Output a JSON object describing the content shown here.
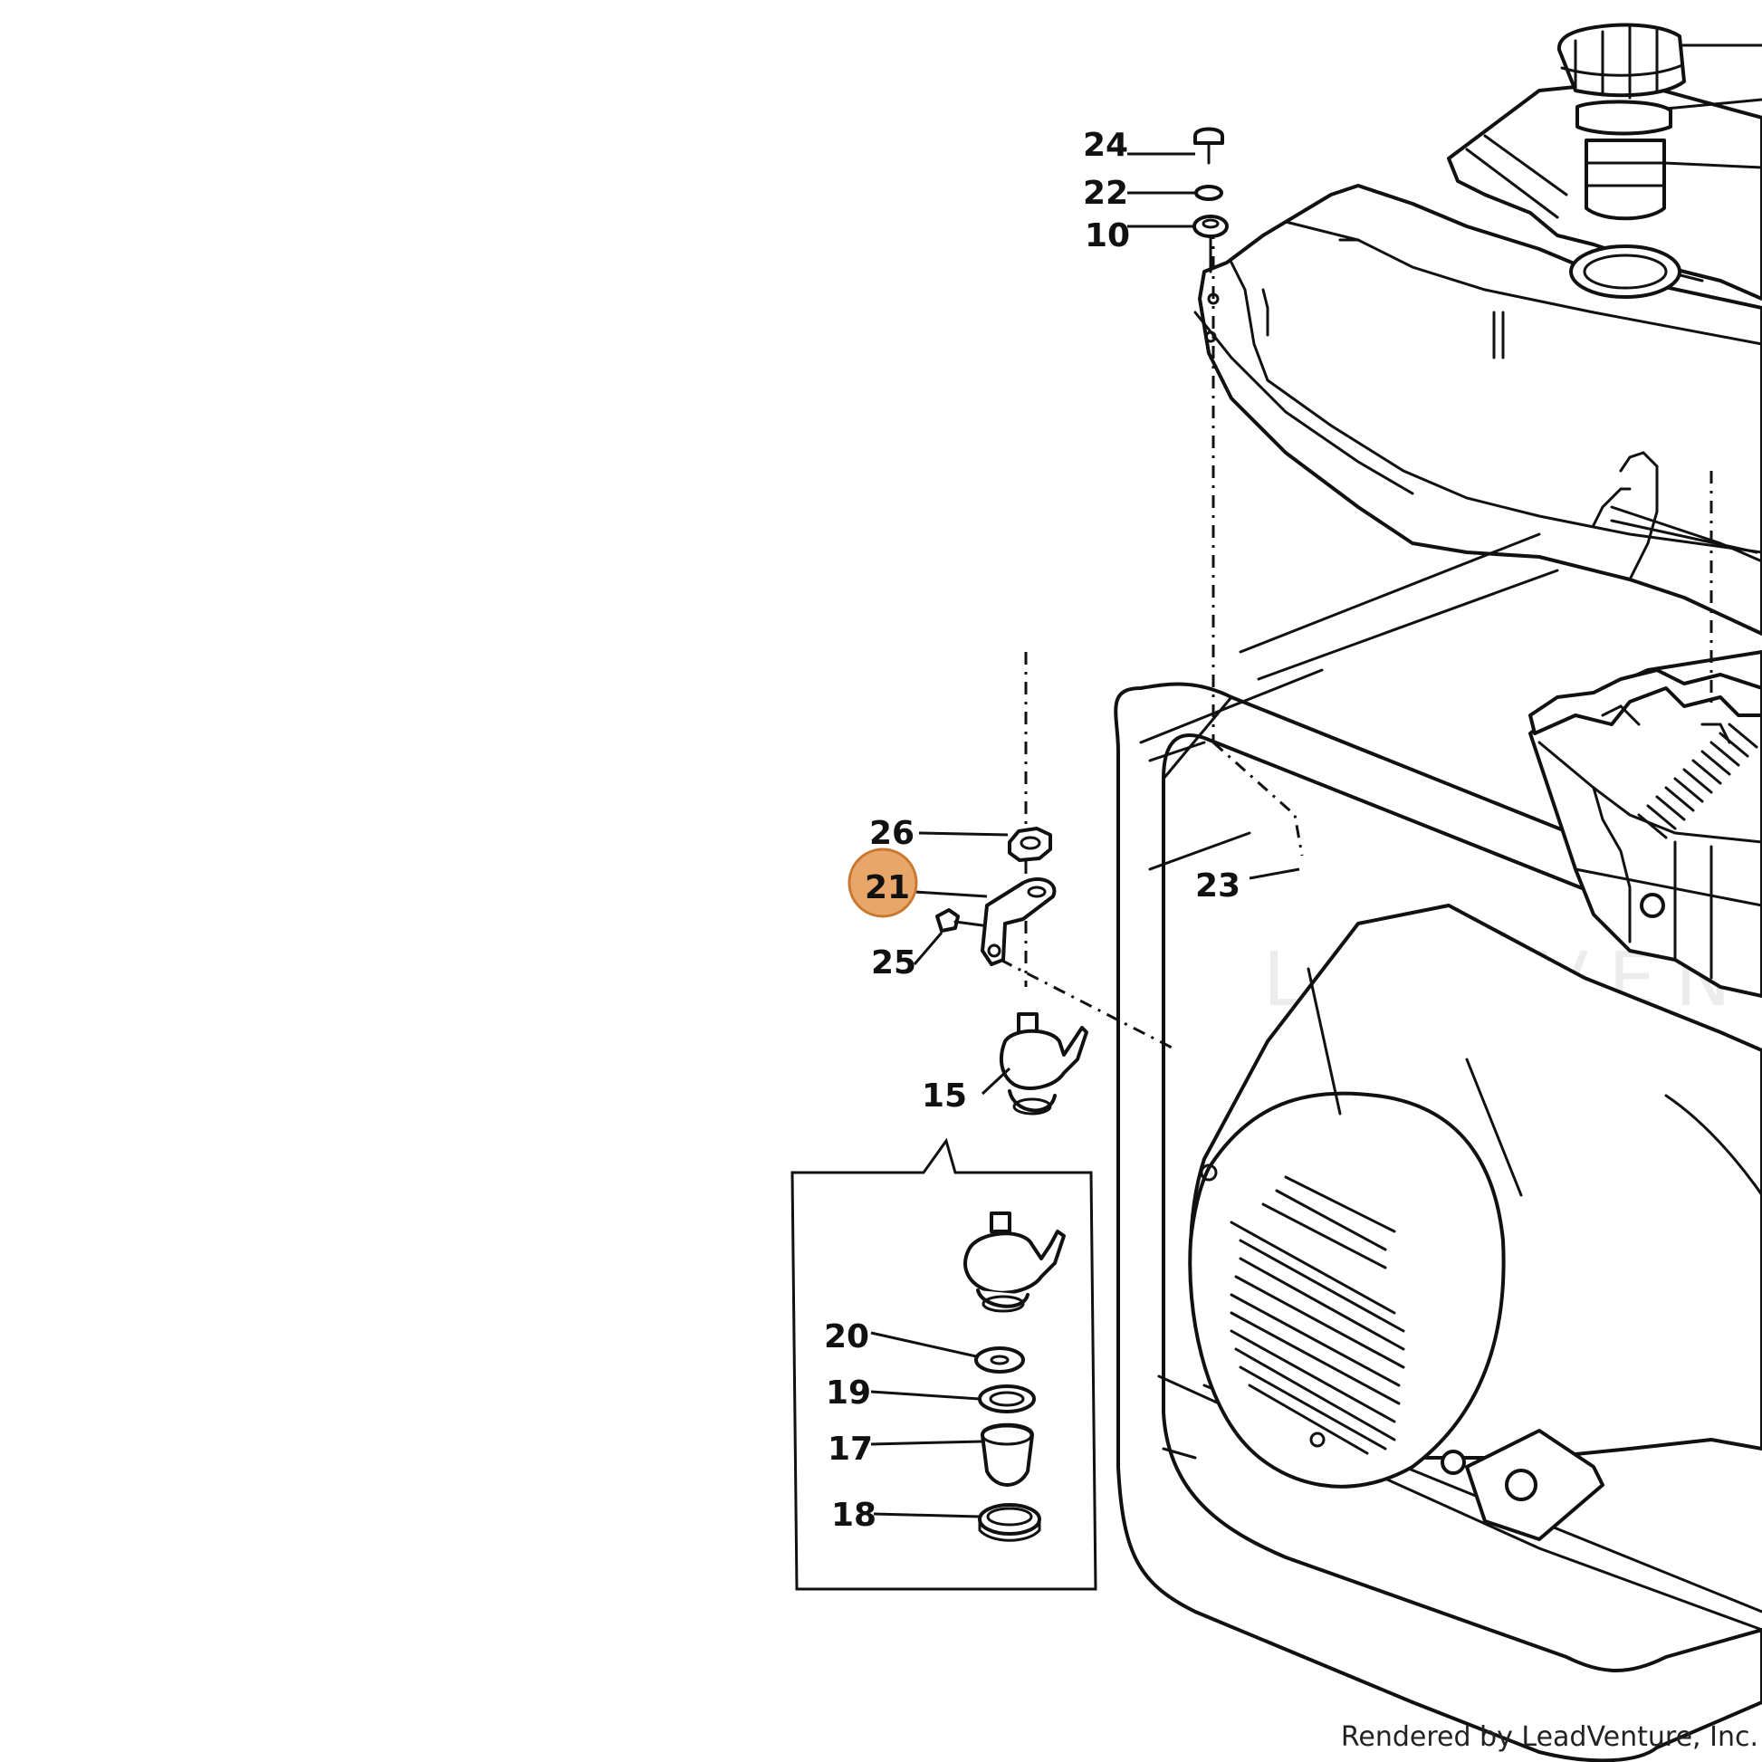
{
  "diagram": {
    "callouts": [
      {
        "id": "24",
        "label": "24"
      },
      {
        "id": "22",
        "label": "22"
      },
      {
        "id": "10",
        "label": "10"
      },
      {
        "id": "26",
        "label": "26"
      },
      {
        "id": "21",
        "label": "21",
        "highlighted": true
      },
      {
        "id": "25",
        "label": "25"
      },
      {
        "id": "23",
        "label": "23"
      },
      {
        "id": "15",
        "label": "15"
      },
      {
        "id": "20",
        "label": "20"
      },
      {
        "id": "19",
        "label": "19"
      },
      {
        "id": "17",
        "label": "17"
      },
      {
        "id": "18",
        "label": "18"
      }
    ],
    "highlight_color": "#e8a66a",
    "highlight_stroke": "#c9782f",
    "watermark_text": "LEADVENTURE"
  },
  "footer": {
    "credit": "Rendered by LeadVenture, Inc."
  }
}
